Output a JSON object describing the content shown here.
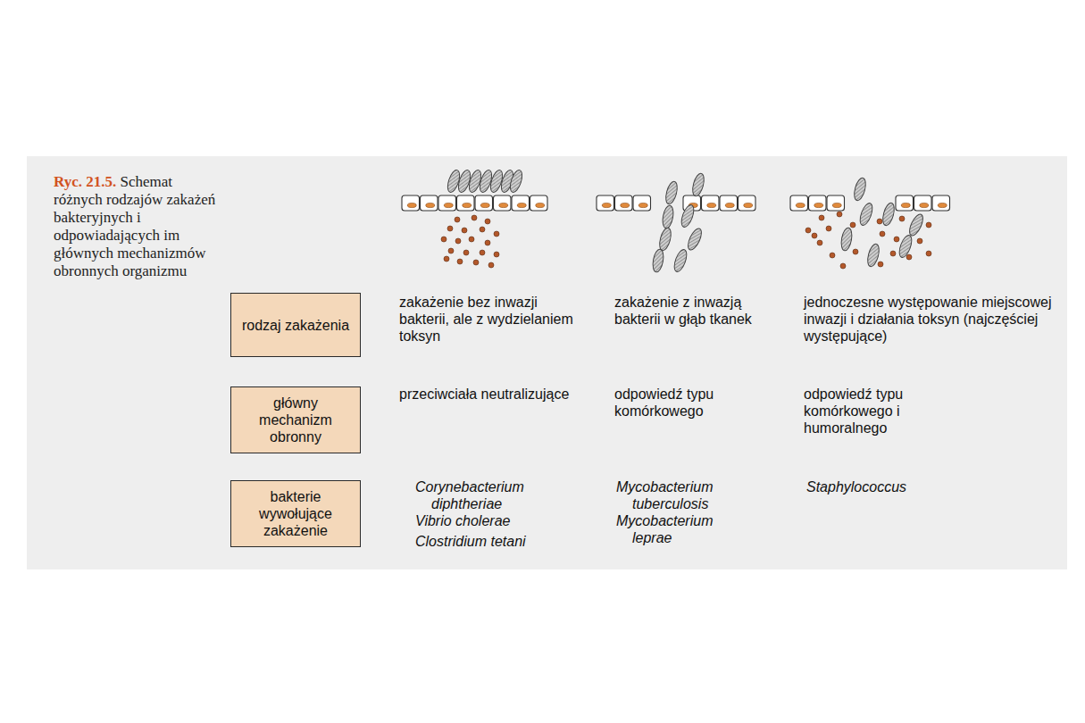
{
  "diagram": {
    "caption": "Schemat różnych rodzajów zakażeń bakteryjnych i odpowiadających im głównych mechanizmów obronnych organizmu",
    "nodes": [
      {
        "text": [
          "rodzaj zakażenia"
        ]
      },
      {
        "text": [
          "główny mechanizm obronny"
        ]
      },
      {
        "text": [
          "bakterie wywołujące zakażenie"
        ]
      }
    ],
    "labels": [
      "Ryc. 21.5.",
      "zakażenie bez inwazji bakterii, ale z wydzielaniem toksyn",
      "zakażenie z inwazją bakterii w głąb tkanek",
      "jednoczesne występowanie miejscowej inwazji i działania toksyn (najczęściej występujące)",
      "przeciwciała neutralizujące",
      "odpowiedź typu komórkowego",
      "odpowiedź typu komórkowego i humoralnego",
      "Corynebacterium diphtheriae",
      "Vibrio cholerae",
      "Clostridium tetani",
      "Mycobacterium tuberculosis",
      "Mycobacterium leprae",
      "Staphylococcus"
    ]
  }
}
